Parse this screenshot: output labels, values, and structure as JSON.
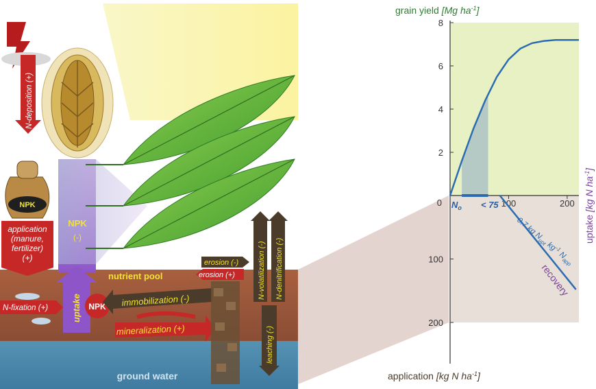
{
  "colors": {
    "accent_green": "#2e7d32",
    "curve_blue": "#2b6cb0",
    "axis_purple": "#7b3f9c",
    "soil_brown": "#9b5a3c",
    "groundwater_blue": "#4a86a8",
    "chart_green_bg": "#e8f1c4",
    "chart_brown_bg": "#e7dfd8",
    "arrow_red": "#c62828",
    "arrow_dark": "#4a3b2a",
    "label_yellow": "#f2e233"
  },
  "diagram": {
    "n_deposition": "N-deposition (+)",
    "bag_label": "NPK",
    "application": [
      "application",
      "(manure,",
      "fertilizer)",
      "(+)"
    ],
    "npk_flow": [
      "NPK",
      "(-)"
    ],
    "nutrient_pool": "nutrient pool",
    "n_fixation": "N-fixation (+)",
    "uptake": "uptake",
    "npk_circle": "NPK",
    "immobilization": "immobilization (-)",
    "mineralization": "mineralization (+)",
    "erosion_minus": "erosion (-)",
    "erosion_plus": "erosion (+)",
    "n_volatilization": "N-volatilization (-)",
    "n_denitrification": "N-denitrification (-)",
    "leaching": "leaching (-)",
    "ground_water": "ground water"
  },
  "chart": {
    "ylabel_top_text": "grain yield",
    "ylabel_top_unit": "[Mg ha",
    "ylabel_top_exp": "-1",
    "ylabel_top_close": "]",
    "ylabel_right_text": "uptake",
    "ylabel_right_unit": "[kg N ha",
    "ylabel_right_exp": "-1",
    "ylabel_right_close": "]",
    "xlabel_text": "application",
    "xlabel_unit": "[kg N ha",
    "xlabel_exp": "-1",
    "xlabel_close": "]",
    "no_label": "N",
    "no_sub": "o",
    "lt75_label": "< 75",
    "zero_label": "0",
    "recovery_label": "recovery",
    "slope_prefix": "0.7 kg N",
    "slope_sub1": "upt",
    "slope_mid": " kg",
    "slope_exp": "-1",
    "slope_mid2": " N",
    "slope_sub2": "app"
  },
  "chart_data": [
    {
      "type": "line",
      "panel": "top",
      "y_ticks": [
        2,
        4,
        6,
        8
      ],
      "x_ticks": [
        100,
        200
      ],
      "ylim": [
        0,
        8
      ],
      "xlim": [
        0,
        220
      ],
      "x": [
        0,
        20,
        40,
        60,
        80,
        100,
        120,
        140,
        160,
        180,
        200,
        220
      ],
      "values": [
        0,
        1.6,
        3.1,
        4.4,
        5.5,
        6.3,
        6.8,
        7.05,
        7.15,
        7.2,
        7.2,
        7.2
      ]
    },
    {
      "type": "line",
      "panel": "bottom",
      "y_ticks": [
        100,
        200
      ],
      "ylim": [
        0,
        200
      ],
      "xlim": [
        0,
        220
      ],
      "x": [
        85,
        215
      ],
      "values": [
        0,
        148
      ]
    }
  ]
}
